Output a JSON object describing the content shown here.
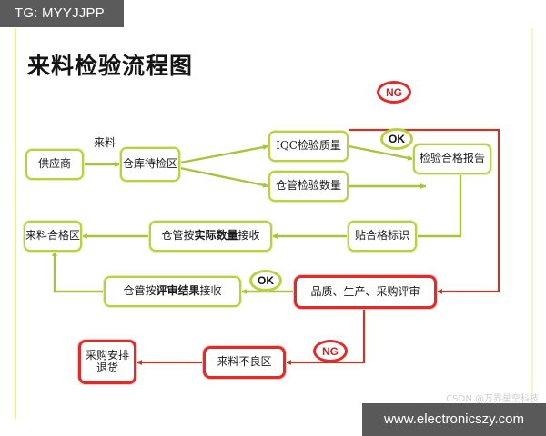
{
  "tag": {
    "label": "TG: MYYJJPP"
  },
  "slide": {
    "title": "来料检验流程图"
  },
  "nodes": [
    {
      "id": "supplier",
      "label": "供应商",
      "style": "green"
    },
    {
      "id": "warehouse-hold",
      "label": "仓库待检区",
      "style": "green"
    },
    {
      "id": "iqc-quality",
      "label": "IQC检验质量",
      "style": "green"
    },
    {
      "id": "wh-count",
      "label": "仓管检验数量",
      "style": "green"
    },
    {
      "id": "pass-report",
      "label": "检验合格报告",
      "style": "green"
    },
    {
      "id": "pass-label",
      "label": "贴合格标识",
      "style": "green"
    },
    {
      "id": "receive-actual",
      "label": "仓管按实际数量接收",
      "style": "green",
      "bold_part": "实际数量"
    },
    {
      "id": "ok-zone",
      "label": "来料合格区",
      "style": "green"
    },
    {
      "id": "receive-review",
      "label": "仓管按评审结果接收",
      "style": "green",
      "bold_part": "评审结果"
    },
    {
      "id": "review-board",
      "label": "品质、生产、采购评审",
      "style": "red"
    },
    {
      "id": "ng-zone",
      "label": "来料不良区",
      "style": "red"
    },
    {
      "id": "purchase-return",
      "label": "采购安排退货",
      "style": "red",
      "line1": "采购安排",
      "line2": "退货"
    }
  ],
  "badges": [
    {
      "id": "ng-top",
      "label": "NG",
      "style": "ng"
    },
    {
      "id": "ok-top",
      "label": "OK",
      "style": "ok"
    },
    {
      "id": "ok-mid",
      "label": "OK",
      "style": "ok"
    },
    {
      "id": "ng-bottom",
      "label": "NG",
      "style": "ng"
    }
  ],
  "edge_labels": [
    {
      "id": "incoming",
      "label": "来料"
    }
  ],
  "colors": {
    "green_line": "#a8c53a",
    "green_border": "#b9d141",
    "red_line": "#c0392b",
    "red_border": "#e02b2b",
    "slide_edge": "#f2f06a",
    "tag_bg": "#5b5b5b",
    "footer_bg": "#595959"
  },
  "watermark": {
    "label": "CSDN @万界星空科技"
  },
  "footer": {
    "label": "www.electronicszy.com"
  }
}
